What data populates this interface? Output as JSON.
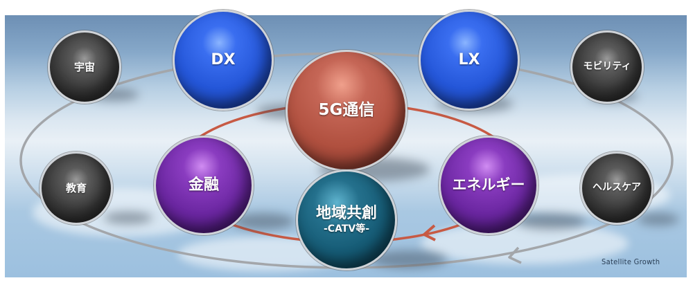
{
  "diagram": {
    "title": "",
    "credit": "Satellite  Growth",
    "colors": {
      "outer_orbit": "#a3a6aa",
      "inner_orbit": "#c75a44",
      "gray_sphere": "#3a3a3a",
      "blue_sphere": "#2456d8",
      "red_sphere": "#b0503f",
      "purple_sphere": "#6a26a0",
      "teal_sphere": "#155a74"
    },
    "core": {
      "label": "5G通信"
    },
    "inner_ring": [
      {
        "id": "dx",
        "label": "DX",
        "color": "blue"
      },
      {
        "id": "lx",
        "label": "LX",
        "color": "blue"
      },
      {
        "id": "finance",
        "label": "金融",
        "color": "purple"
      },
      {
        "id": "energy",
        "label": "エネルギー",
        "color": "purple"
      },
      {
        "id": "regional",
        "label": "地域共創",
        "sublabel": "-CATV等-",
        "color": "teal"
      }
    ],
    "outer_ring": [
      {
        "id": "space",
        "label": "宇宙"
      },
      {
        "id": "mobility",
        "label": "モビリティ"
      },
      {
        "id": "education",
        "label": "教育"
      },
      {
        "id": "healthcare",
        "label": "ヘルスケア"
      }
    ]
  }
}
